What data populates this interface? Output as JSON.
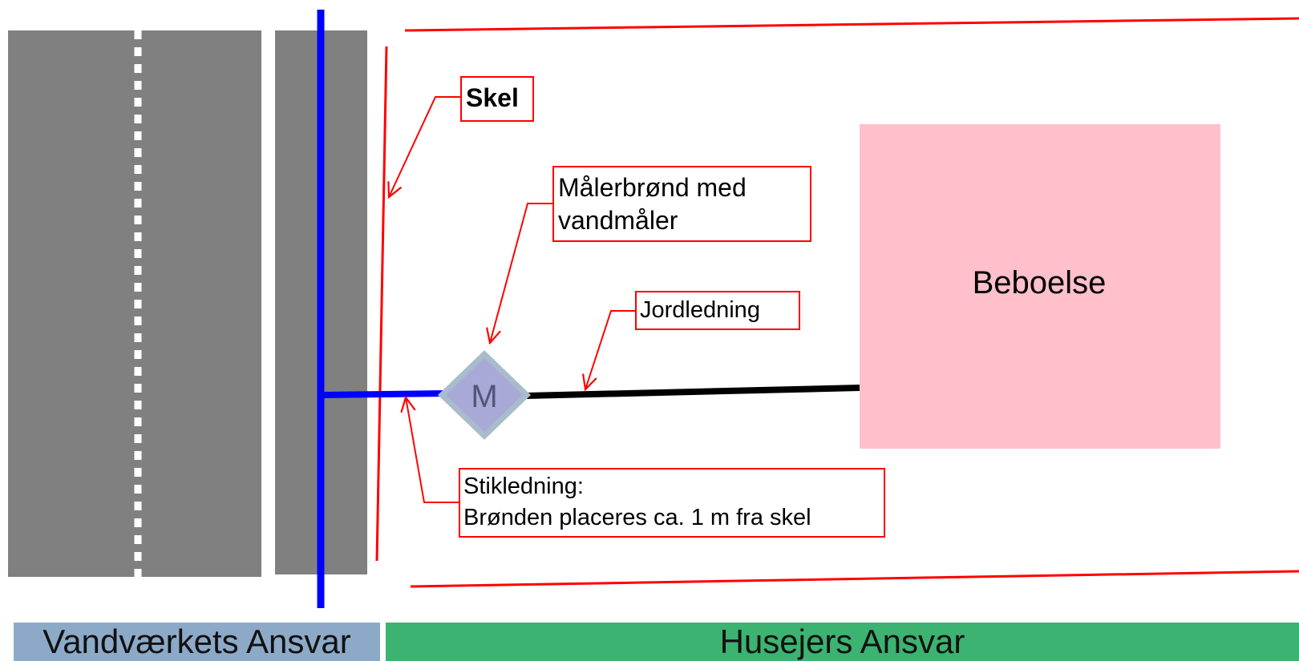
{
  "colors": {
    "road": "#808080",
    "pipe_main": "#0000ff",
    "boundary": "#ff0000",
    "house": "#ffc0cb",
    "meter_fill": "#a9a9d8",
    "meter_border": "#a9bccc",
    "soil_pipe": "#000000",
    "waterworks_band": "#8caac8",
    "owner_band": "#3cb371"
  },
  "labels": {
    "skel": "Skel",
    "meter_well_line1": "Målerbrønd med",
    "meter_well_line2": "vandmåler",
    "soil_pipe": "Jordledning",
    "service_pipe_line1": "Stikledning:",
    "service_pipe_line2": "Brønden placeres ca. 1 m fra skel",
    "house": "Beboelse",
    "meter_symbol": "M"
  },
  "footer": {
    "waterworks": "Vandværkets Ansvar",
    "owner": "Husejers Ansvar"
  }
}
